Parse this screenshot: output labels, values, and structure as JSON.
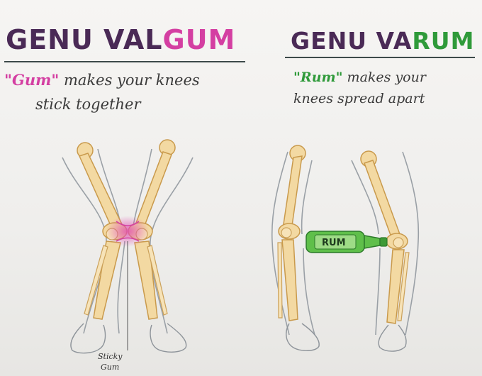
{
  "left": {
    "title_part1": "GENU VAL",
    "title_part2": "GUM",
    "caption_kw": "\"Gum\"",
    "caption_rest": " makes your knees",
    "caption_line2": "stick together",
    "annotation_line1": "Sticky",
    "annotation_line2": "Gum"
  },
  "right": {
    "title_part1": "GENU VA",
    "title_part2": "RUM",
    "caption_kw": "\"Rum\"",
    "caption_rest": " makes your",
    "caption_line2": "knees spread apart",
    "bottle_label": "RUM"
  },
  "colors": {
    "title": "#4a2a56",
    "accent_pink": "#d43fa2",
    "accent_green": "#2f9a3a",
    "bone_fill": "#f3d9a2",
    "bottle_green": "#5fbf4a"
  }
}
